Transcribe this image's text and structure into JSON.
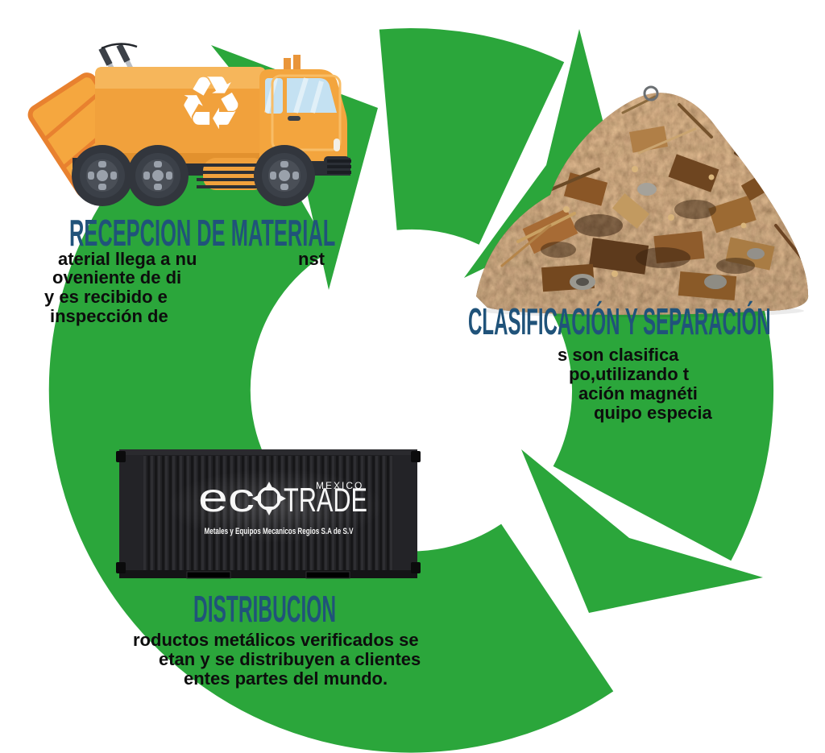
{
  "canvas": {
    "background": "#ffffff"
  },
  "colors": {
    "arrow_green": "#2ba63b",
    "heading_blue": "#20537a",
    "body_text": "#0d0d0d",
    "truck_orange": "#f1a13c",
    "container_dark": "#1e1e21"
  },
  "glyphs": {
    "recycle_emblem": "♻"
  },
  "sections": {
    "reception": {
      "title": "RECEPCION DE MATERIAL",
      "line1": "aterial llega a nu",
      "line1_cont": "nst",
      "line2": "oveniente de di",
      "line3": "y es recibido e",
      "line4": "inspección de"
    },
    "classification": {
      "title": "CLASIFICACIÓN Y SEPARACIÓN",
      "line1": "s son clasifica",
      "line2": "po,utilizando t",
      "line3": "ación magnéti",
      "line4": "quipo especia"
    },
    "distribution": {
      "title": "DISTRIBUCION",
      "line1": "roductos metálicos verificados se",
      "line2": "etan y se distribuyen a clientes",
      "line3": "entes partes del mundo."
    }
  },
  "container_branding": {
    "brand_prefix": "ec",
    "brand_suffix": "TRADE",
    "country": "MEXICO",
    "tagline": "Metales y Equipos Mecanicos Regios S.A de S.V"
  }
}
